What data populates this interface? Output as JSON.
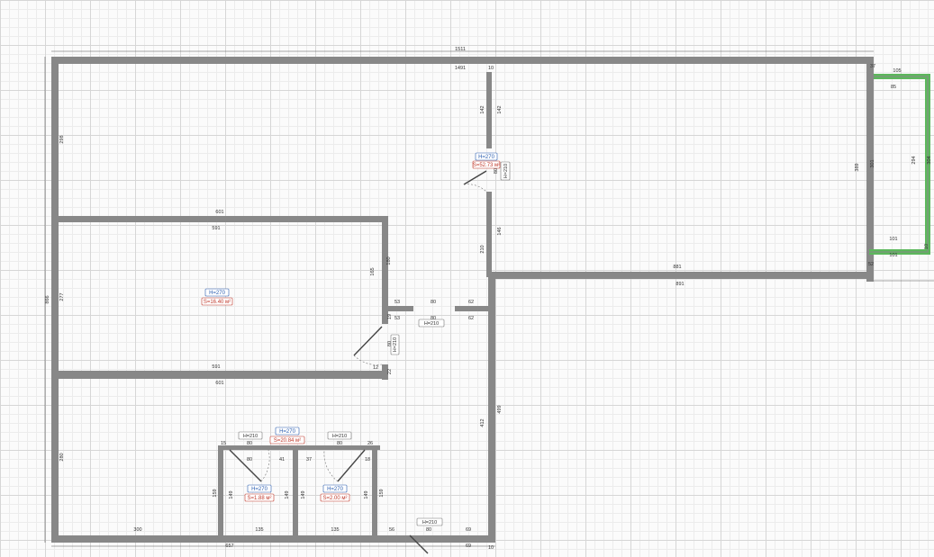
{
  "dimensions": {
    "outer_top": "1511",
    "inner_top": "1491",
    "wall_10": "10",
    "living_left": "298",
    "left_total": "866",
    "room2_height": "277",
    "room3_height": "280",
    "corr_top_outer": "601",
    "corr_top_inner": "591",
    "room2_bottom_inner": "591",
    "room2_bottom_outer": "601",
    "right_wall_height": "389",
    "right_inner": "301",
    "balcony_top": "105",
    "balcony_inner_top": "85",
    "balcony_height": "294",
    "balcony_side": "304",
    "balcony_bottom_inner": "101",
    "balcony_bottom_outer": "101",
    "balcony_edge": "10",
    "small_37": "37",
    "small_52": "52",
    "main_bottom_inner": "881",
    "main_bottom_outer": "891",
    "partition_142a": "142",
    "partition_142b": "142",
    "partition_146": "146",
    "partition_210": "210",
    "partition_80": "80",
    "partition_165": "165",
    "partition_180": "180",
    "opening_53": "53",
    "opening_80a": "80",
    "opening_80b": "80",
    "opening_62a": "62",
    "opening_62b": "62",
    "door_80": "80",
    "door_12": "12",
    "door_22": "22",
    "door_19": "19",
    "corridor_412": "412",
    "corridor_499": "499",
    "bath_15": "15",
    "bath_80a": "80",
    "bath_80b": "80",
    "bath_41": "41",
    "bath_37": "37",
    "bath_26": "26",
    "bath_18": "18",
    "bath_80c": "80",
    "bath_159a": "159",
    "bath_149a": "149",
    "bath_149b": "149",
    "bath_149c": "149",
    "bath_149d": "149",
    "bath_159b": "159",
    "bottom_300": "300",
    "bottom_135a": "135",
    "bottom_135b": "135",
    "bottom_657": "657",
    "bottom_56": "56",
    "bottom_69a": "69",
    "bottom_69b": "69",
    "bottom_80": "80",
    "bottom_10": "10"
  },
  "labels": {
    "living_h": "H=270",
    "living_s": "S=52.73 м²",
    "room2_h": "H=270",
    "room2_s": "S=16.40 м²",
    "room3_h": "H=270",
    "room3_s": "S=20.84 м²",
    "bath1_h": "H=270",
    "bath1_s": "S=1.88 м²",
    "bath2_h": "H=270",
    "bath2_s": "S=2.00 м²",
    "door_living": "H=210",
    "door_corridor": "H=210",
    "door_room2": "H=210",
    "door_bath1": "H=210",
    "door_bath2": "H=210",
    "door_entrance": "H=210"
  },
  "colors": {
    "wall": "#888888",
    "balcony": "#5cb85c",
    "height_tag": "#2a5db0",
    "area_tag": "#c0392b"
  }
}
